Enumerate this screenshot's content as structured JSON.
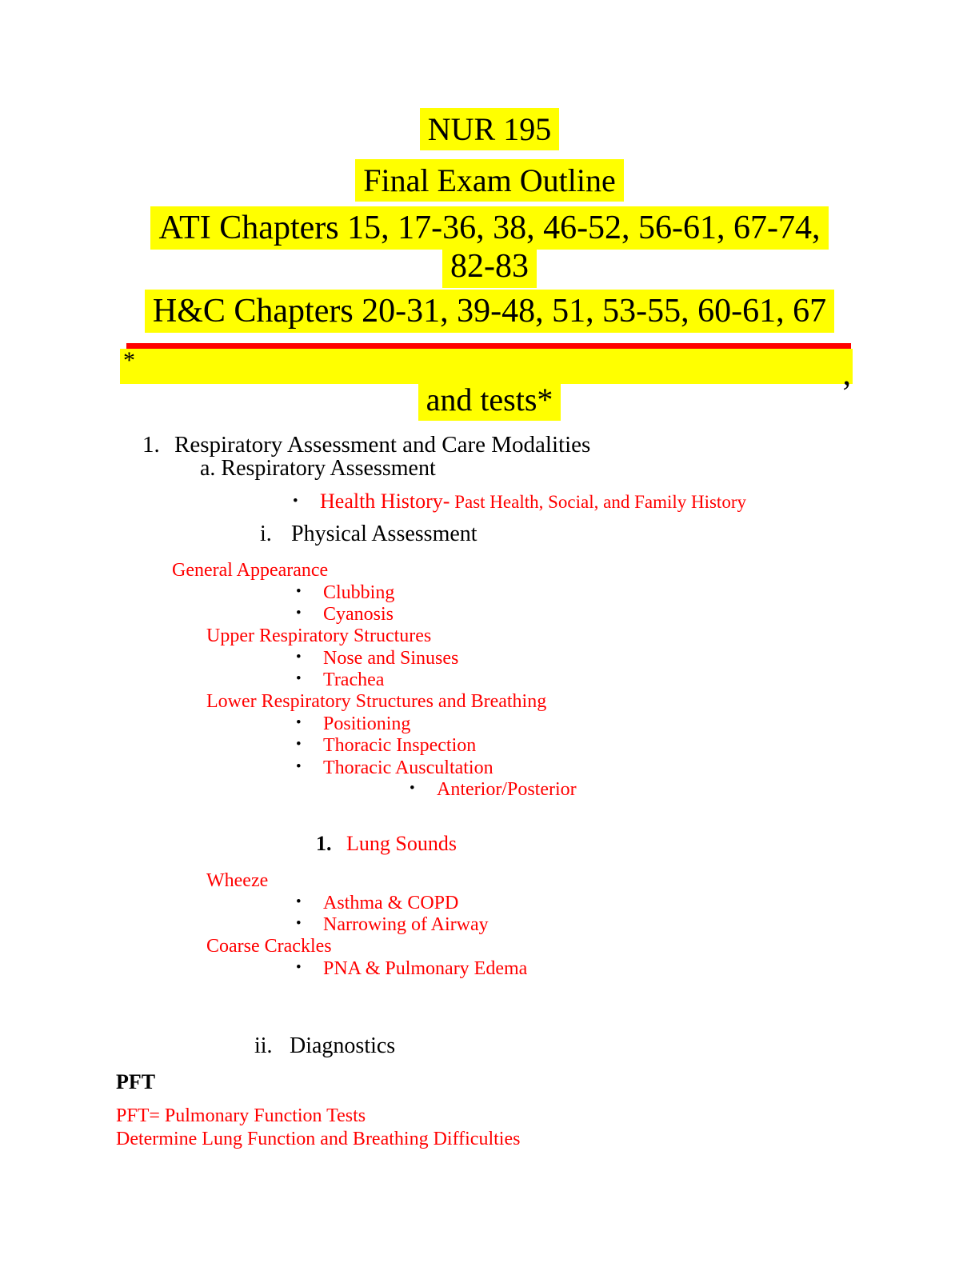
{
  "colors": {
    "highlight": "#ffff00",
    "red_text": "#ff0000",
    "black_text": "#000000",
    "red_rule": "#ff0000"
  },
  "icons": {
    "bullet": "•"
  },
  "header": {
    "course": "NUR 195",
    "subtitle": "Final Exam Outline",
    "ati_chapters_line1": "ATI Chapters 15, 17-36, 38, 46-52, 56-61, 67-74,",
    "ati_chapters_line2": "82-83",
    "hc_chapters": "H&C Chapters 20-31, 39-48, 51, 53-55, 60-61, 67",
    "redacted_prefix": "*",
    "redacted_suffix": ",",
    "tests_note": "and tests*"
  },
  "outline": {
    "section1_number": "1.",
    "section1_title": "Respiratory Assessment and Care Modalities",
    "sub_a": "a. Respiratory Assessment",
    "health_history_lead": "Health History-",
    "health_history_rest": "Past Health, Social, and Family History",
    "roman_i_number": "i.",
    "roman_i_title": "Physical Assessment",
    "general_appearance": "General Appearance",
    "clubbing": "Clubbing",
    "cyanosis": "Cyanosis",
    "upper_respiratory": "Upper Respiratory Structures",
    "nose_sinuses": "Nose and Sinuses",
    "trachea": "Trachea",
    "lower_respiratory": "Lower Respiratory Structures and Breathing",
    "positioning": "Positioning",
    "thoracic_inspection": "Thoracic Inspection",
    "thoracic_auscultation": "Thoracic Auscultation",
    "anterior_posterior": "Anterior/Posterior",
    "lung_sounds_number": "1.",
    "lung_sounds": "Lung Sounds",
    "wheeze": "Wheeze",
    "asthma_copd": "Asthma & COPD",
    "narrowing_airway": "Narrowing of Airway",
    "coarse_crackles": "Coarse Crackles",
    "pna_edema": "PNA & Pulmonary Edema",
    "roman_ii_number": "ii.",
    "roman_ii_title": "Diagnostics",
    "pft_heading": "PFT",
    "pft_definition": "PFT= Pulmonary Function Tests",
    "pft_purpose": "Determine Lung Function and Breathing Difficulties"
  }
}
